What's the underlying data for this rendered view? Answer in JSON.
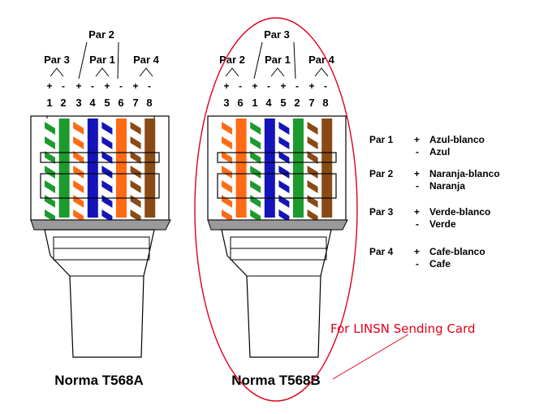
{
  "connector_a": {
    "name": "Norma T568A",
    "pair_labels": {
      "top": "Par 2",
      "left": "Par 3",
      "middle": "Par 1",
      "right": "Par 4"
    },
    "polarity": [
      "+",
      "-",
      "+",
      "-",
      "+",
      "-",
      "+",
      "-"
    ],
    "pin_numbers": [
      "1",
      "2",
      "3",
      "4",
      "5",
      "6",
      "7",
      "8"
    ],
    "wires": [
      {
        "base": "#ffffff",
        "stripe": "#1d9a2e"
      },
      {
        "base": "#1d9a2e",
        "stripe": ""
      },
      {
        "base": "#ffffff",
        "stripe": "#ff6a14"
      },
      {
        "base": "#1414b8",
        "stripe": ""
      },
      {
        "base": "#ffffff",
        "stripe": "#1414b8"
      },
      {
        "base": "#ff6a14",
        "stripe": ""
      },
      {
        "base": "#ffffff",
        "stripe": "#8a4a14"
      },
      {
        "base": "#8a4a14",
        "stripe": ""
      }
    ]
  },
  "connector_b": {
    "name": "Norma T568B",
    "pair_labels": {
      "top": "Par 3",
      "left": "Par 2",
      "middle": "Par 1",
      "right": "Par 4"
    },
    "polarity": [
      "+",
      "-",
      "+",
      "-",
      "+",
      "-",
      "+",
      "-"
    ],
    "pin_numbers": [
      "3",
      "6",
      "1",
      "4",
      "5",
      "2",
      "7",
      "8"
    ],
    "wires": [
      {
        "base": "#ffffff",
        "stripe": "#ff6a14"
      },
      {
        "base": "#ff6a14",
        "stripe": ""
      },
      {
        "base": "#ffffff",
        "stripe": "#1d9a2e"
      },
      {
        "base": "#1414b8",
        "stripe": ""
      },
      {
        "base": "#ffffff",
        "stripe": "#1414b8"
      },
      {
        "base": "#1d9a2e",
        "stripe": ""
      },
      {
        "base": "#ffffff",
        "stripe": "#8a4a14"
      },
      {
        "base": "#8a4a14",
        "stripe": ""
      }
    ]
  },
  "legend": [
    {
      "pair": "Par 1",
      "plus": "+",
      "plus_color": "Azul-blanco",
      "minus": "-",
      "minus_color": "Azul"
    },
    {
      "pair": "Par 2",
      "plus": "+",
      "plus_color": "Naranja-blanco",
      "minus": "-",
      "minus_color": "Naranja"
    },
    {
      "pair": "Par 3",
      "plus": "+",
      "plus_color": "Verde-blanco",
      "minus": "-",
      "minus_color": "Verde"
    },
    {
      "pair": "Par 4",
      "plus": "+",
      "plus_color": "Cafe-blanco",
      "minus": "-",
      "minus_color": "Cafe"
    }
  ],
  "annotation": {
    "text": "For LINSN Sending Card",
    "color": "#e0001b"
  }
}
